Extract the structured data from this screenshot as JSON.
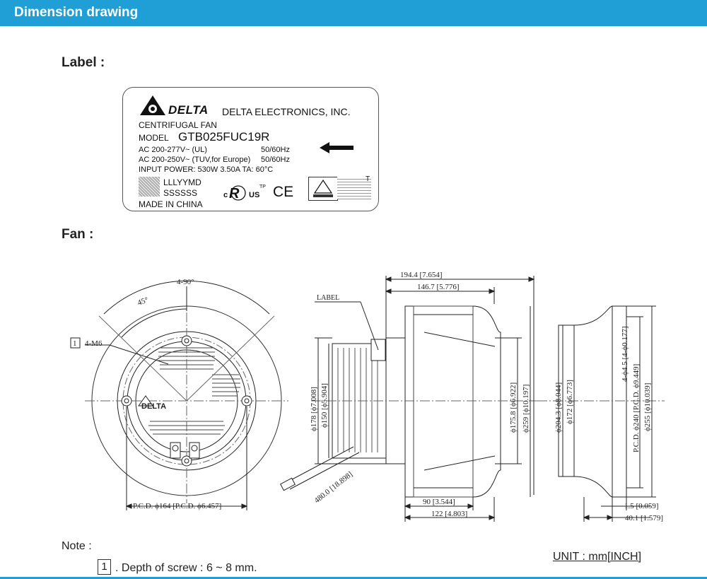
{
  "header": {
    "title": "Dimension drawing",
    "bar_color": "#1f9fd6"
  },
  "sections": {
    "label_title": "Label :",
    "fan_title": "Fan :"
  },
  "label_card": {
    "brand": "DELTA",
    "company": "DELTA ELECTRONICS, INC.",
    "product": "CENTRIFUGAL FAN",
    "model_prefix": "MODEL",
    "model": "GTB025FUC19R",
    "ac_ul": "AC 200-277V~ (UL)",
    "freq_ul": "50/60Hz",
    "ac_tuv": "AC 200-250V~ (TUV,for Europe)",
    "freq_tuv": "50/60Hz",
    "input_power": "INPUT POWER: 530W  3.50A  TA: 60°C",
    "date_code": "LLLYYMD",
    "serial": "SSSSSS",
    "origin": "MADE IN CHINA",
    "tp_mark": "TP",
    "t_mark": "T",
    "ce_mark": "CE",
    "ul_mark": "US",
    "ul_c_mark": "c"
  },
  "drawing": {
    "front": {
      "angle_label": "4-90°",
      "angle_45": "45°",
      "screw_ref": "1",
      "screw_label": "4-M6",
      "pcd_label": "P.C.D. ϕ164 [P.C.D. ϕ6.457]",
      "logo_text": "DELTA"
    },
    "side": {
      "label_tag": "LABEL",
      "dim_194": "194.4 [7.654]",
      "dim_146": "146.7 [5.776]",
      "dim_178": "ϕ178 [ϕ7.008]",
      "dim_150": "ϕ150 [ϕ5.904]",
      "dim_175": "ϕ175.8 [ϕ6.922]",
      "dim_259": "ϕ259 [ϕ10.197]",
      "dim_480": "480.0 [18.898]",
      "dim_90": "90 [3.544]",
      "dim_122": "122 [4.803]"
    },
    "ring": {
      "dim_204": "ϕ204.3 [ϕ8.044]",
      "dim_172": "ϕ172 [ϕ6.773]",
      "dim_holes": "4-ϕ4.5 [4-ϕ0.177]",
      "dim_240": "P.C.D. ϕ240 [P.C.D. ϕ9.449]",
      "dim_255": "ϕ255 [ϕ10.039]",
      "dim_1_5": "1.5 [0.059]",
      "dim_40": "40.1 [1.579]"
    }
  },
  "note": {
    "title": "Note :",
    "num": "1",
    "text": ". Depth of screw : 6 ~ 8 mm.",
    "unit": "UNIT : mm[INCH]"
  }
}
